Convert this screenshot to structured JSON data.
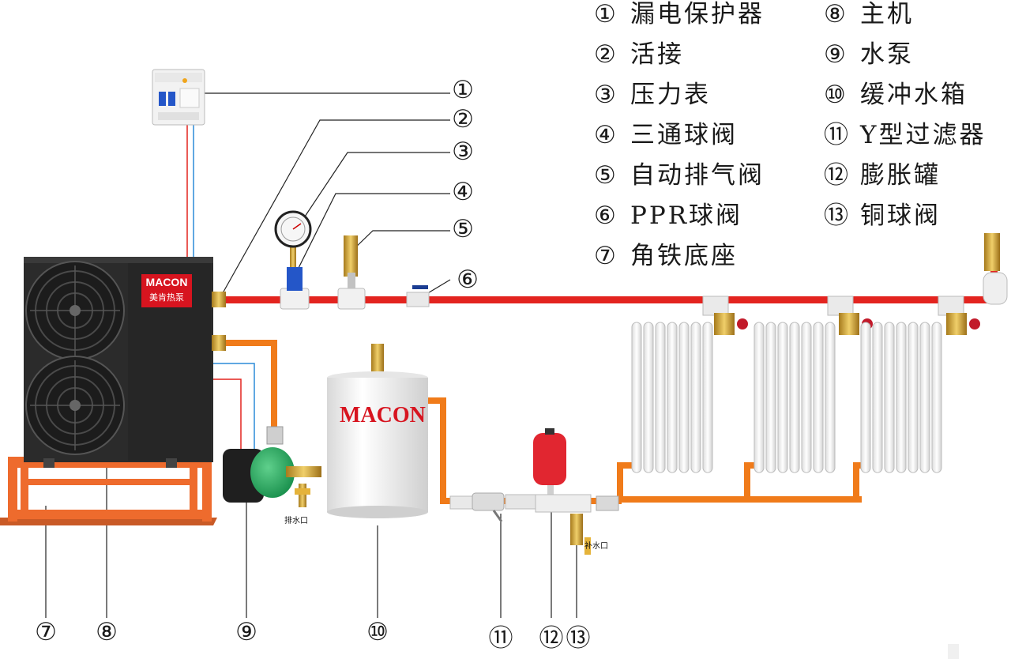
{
  "legend": {
    "left": [
      {
        "num": "①",
        "text": "漏电保护器"
      },
      {
        "num": "②",
        "text": "活接"
      },
      {
        "num": "③",
        "text": "压力表"
      },
      {
        "num": "④",
        "text": "三通球阀"
      },
      {
        "num": "⑤",
        "text": "自动排气阀"
      },
      {
        "num": "⑥",
        "text": "PPR球阀"
      },
      {
        "num": "⑦",
        "text": "角铁底座"
      }
    ],
    "right": [
      {
        "num": "⑧",
        "text": "主机"
      },
      {
        "num": "⑨",
        "text": "水泵"
      },
      {
        "num": "⑩",
        "text": "缓冲水箱"
      },
      {
        "num": "⑪",
        "text": "Y型过滤器"
      },
      {
        "num": "⑫",
        "text": "膨胀罐"
      },
      {
        "num": "⑬",
        "text": "铜球阀"
      }
    ]
  },
  "callouts_right": [
    "①",
    "②",
    "③",
    "④",
    "⑤",
    "⑥"
  ],
  "callouts_bottom": [
    "⑦",
    "⑧",
    "⑨",
    "⑩",
    "⑪",
    "⑫",
    "⑬"
  ],
  "unit": {
    "brand": "MACON",
    "subtitle": "美肯热泵"
  },
  "tank": {
    "brand": "MACON"
  },
  "drain_label": "排水口",
  "refill_label": "补水口",
  "colors": {
    "hot_pipe": "#e3241f",
    "return_pipe": "#f07b1a",
    "unit_body": "#2b2b2b",
    "stand": "#ee6b2d",
    "brand_red": "#d7141f"
  }
}
